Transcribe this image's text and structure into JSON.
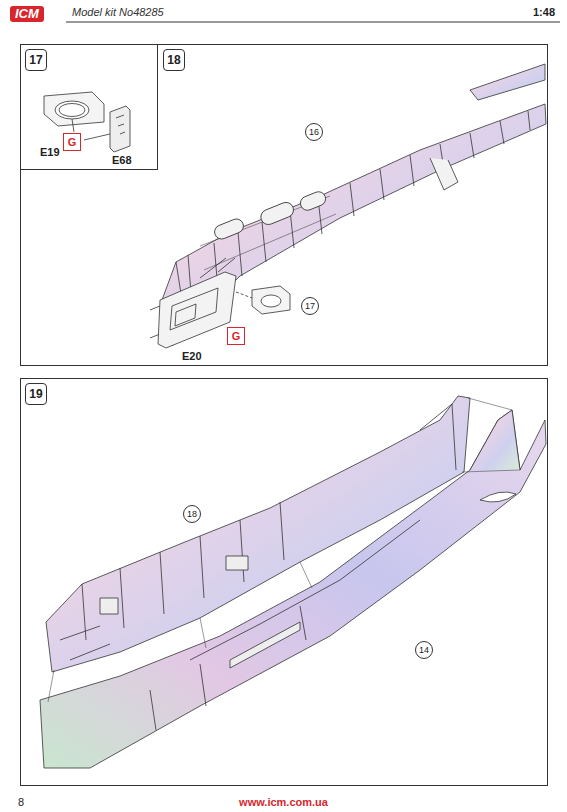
{
  "diagram": {
    "nodes": [
      {
        "text": [
          "17"
        ]
      },
      {
        "text": [
          "G"
        ],
        "in": 0
      },
      {
        "text": [
          "18"
        ]
      },
      {
        "text": [
          "16"
        ],
        "in": 2
      },
      {
        "text": [
          "17"
        ],
        "in": 2
      },
      {
        "text": [
          "G"
        ],
        "in": 2
      },
      {
        "text": [
          "19"
        ]
      },
      {
        "text": [
          "18"
        ],
        "in": 6
      },
      {
        "text": [
          "14"
        ],
        "in": 6
      }
    ],
    "labels": [
      "ICM",
      "Model kit No48285",
      "1:48",
      "E19",
      "E68",
      "E20",
      "8",
      "www.icm.com.ua"
    ]
  }
}
